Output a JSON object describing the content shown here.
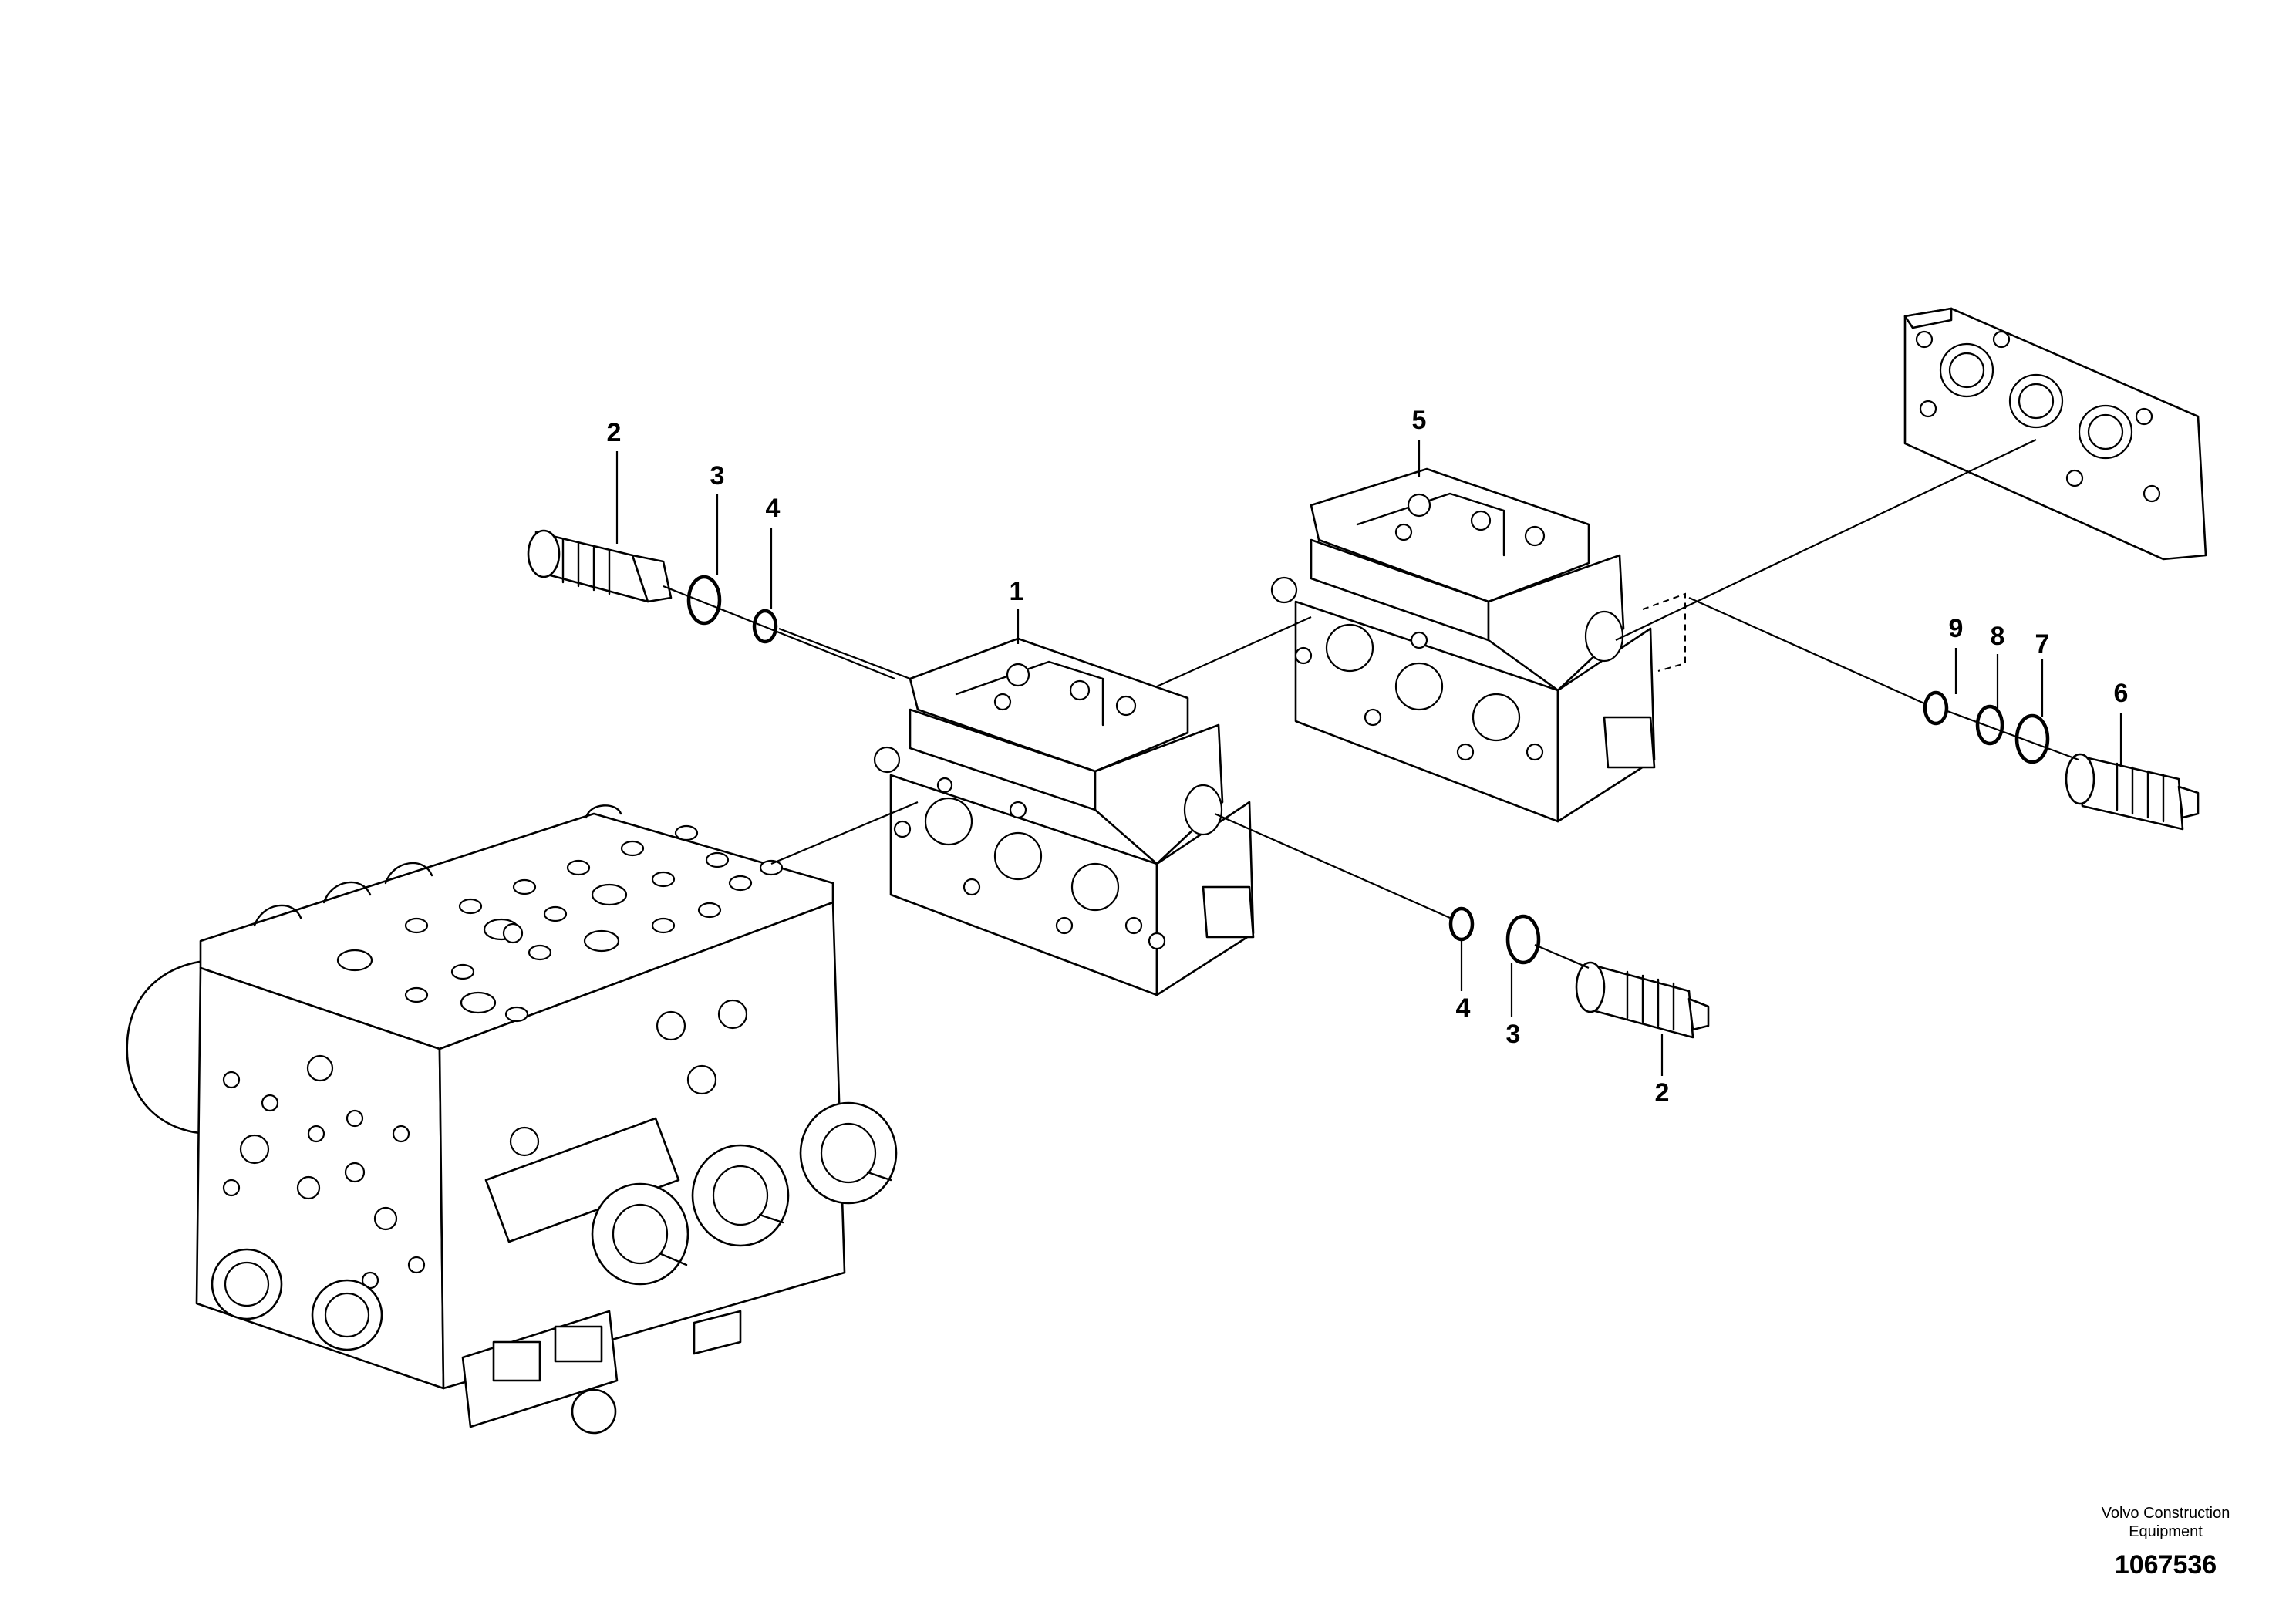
{
  "callouts": {
    "c1": "1",
    "c2_top": "2",
    "c2_bottom": "2",
    "c3_top": "3",
    "c3_bottom": "3",
    "c4_top": "4",
    "c4_bottom": "4",
    "c5": "5",
    "c6": "6",
    "c7": "7",
    "c8": "8",
    "c9": "9"
  },
  "credit": {
    "line1": "Volvo Construction",
    "line2": "Equipment"
  },
  "drawing_number": "1067536"
}
